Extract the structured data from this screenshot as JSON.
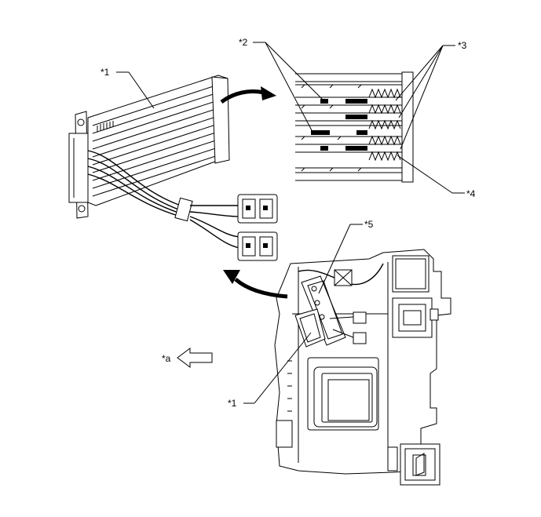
{
  "callouts": {
    "c1_top": "*1",
    "c2": "*2",
    "c3": "*3",
    "c4": "*4",
    "c5": "*5",
    "ca": "*a",
    "c1_bottom": "*1"
  },
  "colors": {
    "line": "#000000",
    "background": "#ffffff"
  }
}
